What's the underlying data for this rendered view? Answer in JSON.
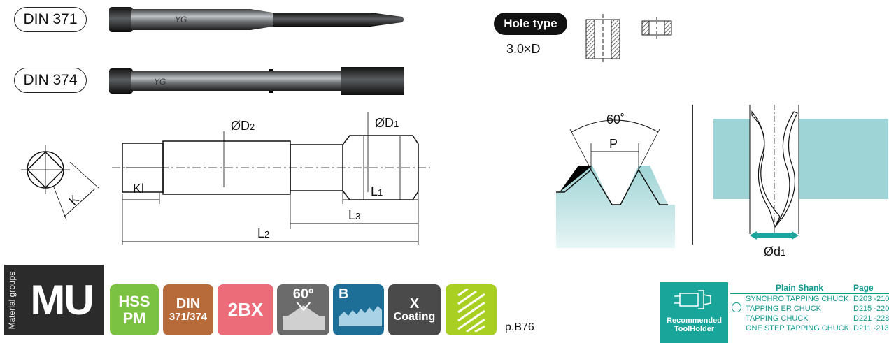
{
  "standards": {
    "din371": "DIN 371",
    "din374": "DIN 374"
  },
  "hole": {
    "label": "Hole type",
    "depth": "3.0×D"
  },
  "dimensions": {
    "d2": "ØD",
    "d2_sub": "2",
    "d1": "ØD",
    "d1_sub": "1",
    "kl": "Kl",
    "k": "K",
    "l1": "L",
    "l1_sub": "1",
    "l3": "L",
    "l3_sub": "3",
    "l2": "L",
    "l2_sub": "2",
    "angle": "60˚",
    "pitch": "P",
    "drill_d": "Ød",
    "drill_sub": "1"
  },
  "material": {
    "side": "Material groups",
    "code": "MU"
  },
  "badges": [
    {
      "line1": "HSS",
      "line2": "PM",
      "color": "#7cc242"
    },
    {
      "line1": "DIN",
      "line2": "371/374",
      "color": "#b86b3a"
    },
    {
      "line1": "2BX",
      "line2": "",
      "color": "#ec6c79"
    },
    {
      "line1": "60º",
      "line2": "",
      "color": "#6b6b6b"
    },
    {
      "line1": "B",
      "line2": "",
      "color": "#1d6f97"
    },
    {
      "line1": "X",
      "line2": "Coating",
      "color": "#4a4a4a"
    },
    {
      "line1": "",
      "line2": "",
      "color": "#a8cf22"
    }
  ],
  "page_ref": "p.B76",
  "recommended": {
    "label_line1": "Recommended",
    "label_line2": "ToolHolder",
    "col1": "Plain Shank",
    "col2": "Page",
    "rows": [
      {
        "name": "SYNCHRO TAPPING CHUCK",
        "page": "D203 -210"
      },
      {
        "name": "TAPPING ER CHUCK",
        "page": "D215 -220"
      },
      {
        "name": "TAPPING CHUCK",
        "page": "D221 -228"
      },
      {
        "name": "ONE STEP TAPPING CHUCK",
        "page": "D211 -213"
      }
    ]
  }
}
